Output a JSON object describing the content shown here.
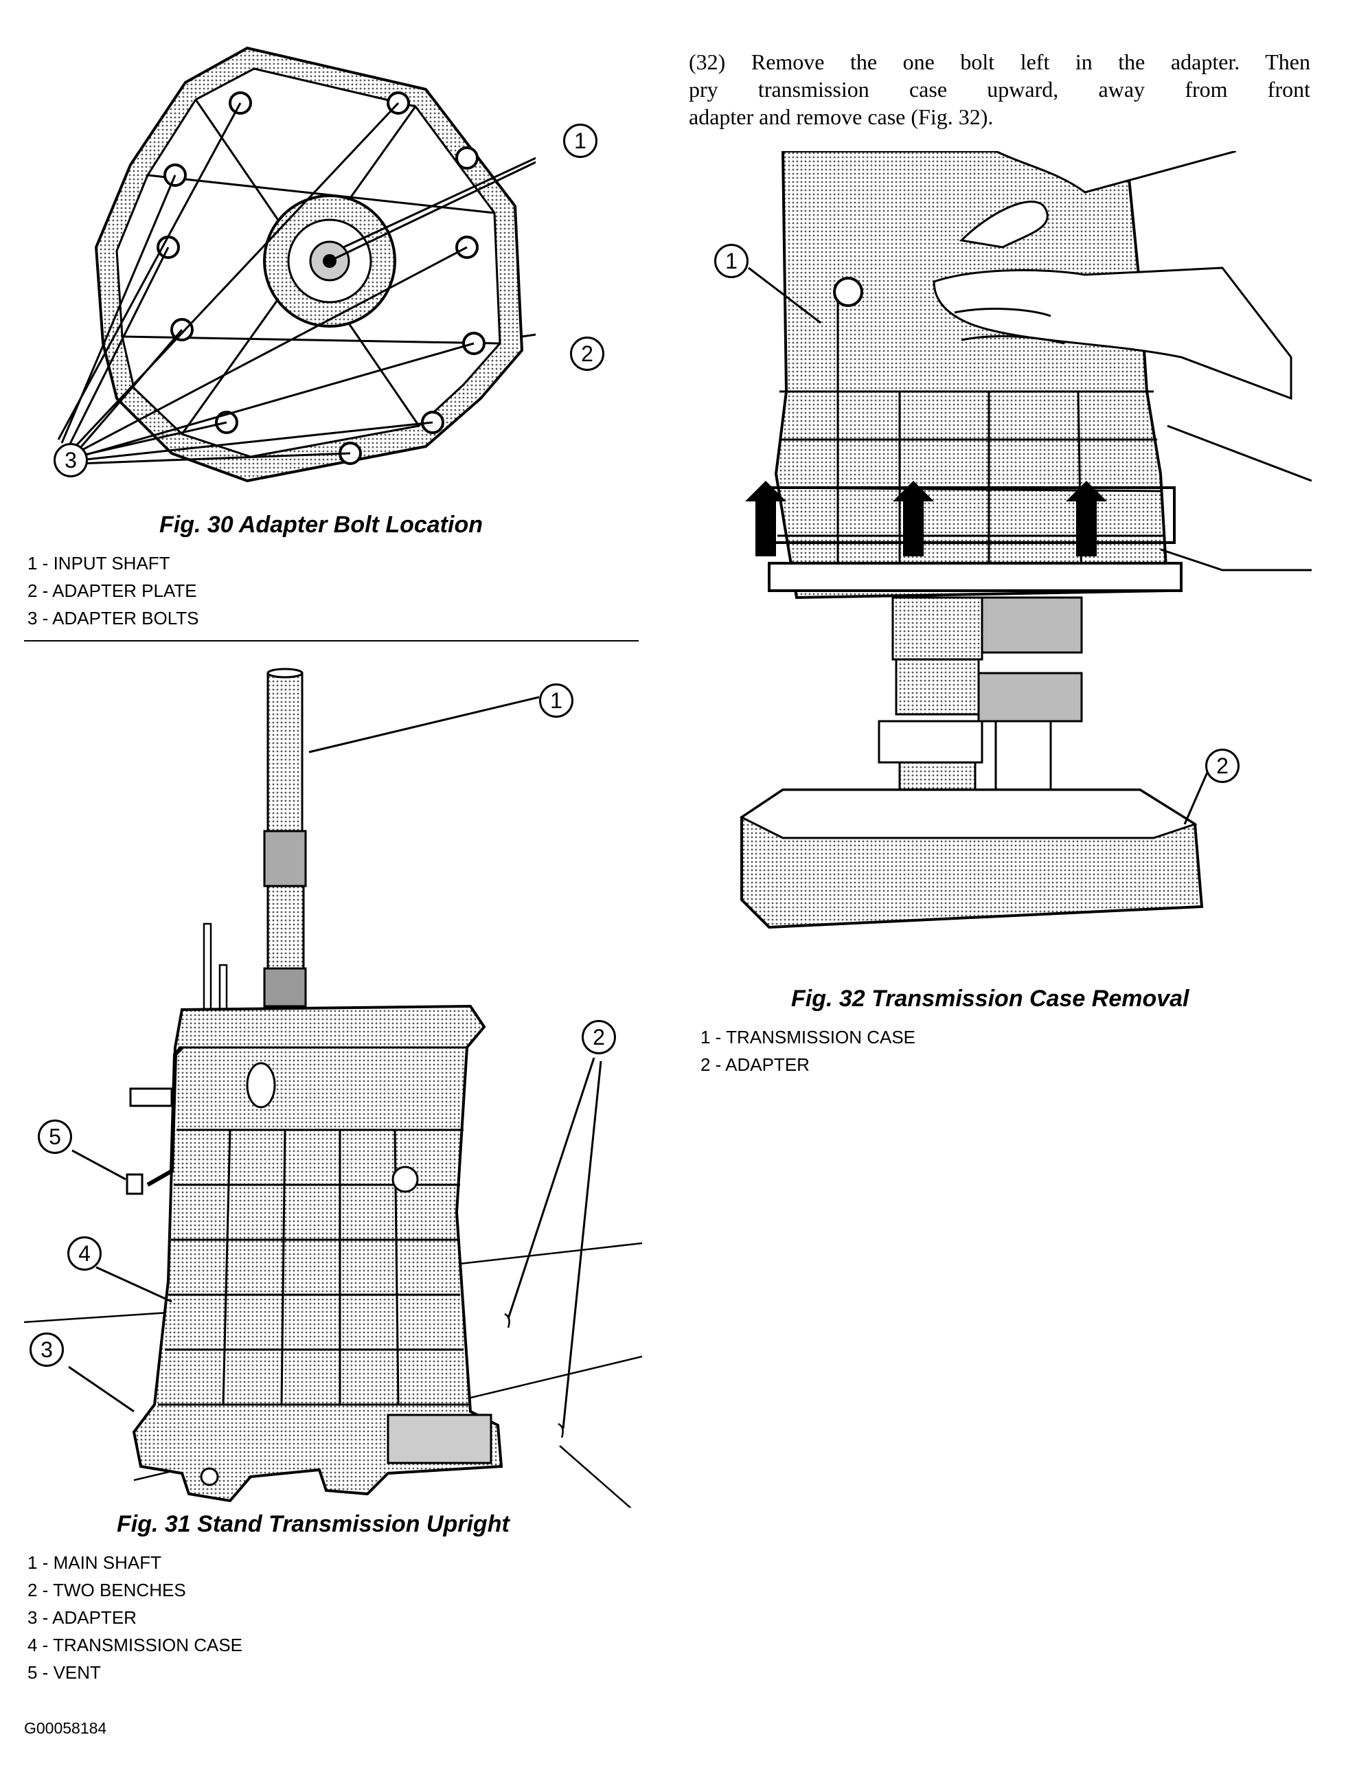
{
  "paragraph": {
    "lines": [
      "(32) Remove the one bolt left in the adapter. Then",
      "pry transmission case upward, away from front",
      "adapter and remove case (Fig. 32)."
    ]
  },
  "fig30": {
    "caption": "Fig. 30 Adapter Bolt Location",
    "callouts": [
      "1",
      "2",
      "3"
    ],
    "legend": [
      "1 - INPUT SHAFT",
      "2 - ADAPTER PLATE",
      "3 - ADAPTER BOLTS"
    ]
  },
  "fig31": {
    "caption": "Fig. 31 Stand Transmission Upright",
    "callouts": [
      "1",
      "2",
      "3",
      "4",
      "5"
    ],
    "legend": [
      "1 - MAIN SHAFT",
      "2 - TWO BENCHES",
      "3 - ADAPTER",
      "4 - TRANSMISSION CASE",
      "5 - VENT"
    ]
  },
  "fig32": {
    "caption": "Fig. 32 Transmission Case Removal",
    "callouts": [
      "1",
      "2"
    ],
    "legend": [
      "1 - TRANSMISSION CASE",
      "2 - ADAPTER"
    ]
  },
  "footer": {
    "code": "G00058184"
  }
}
